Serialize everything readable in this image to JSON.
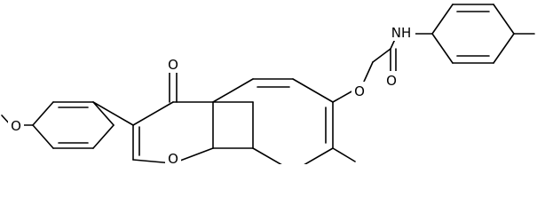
{
  "molecule": {
    "atoms": {
      "carbonyl_oxygen": "O",
      "ether_oxygen_chain": "O",
      "amide_oxygen": "O",
      "amide_nitrogen": "NH",
      "ring_oxygen": "O",
      "methoxy_oxygen": "O"
    }
  },
  "colors": {
    "bond": "#000000",
    "label": "#000000",
    "background": "#ffffff"
  }
}
